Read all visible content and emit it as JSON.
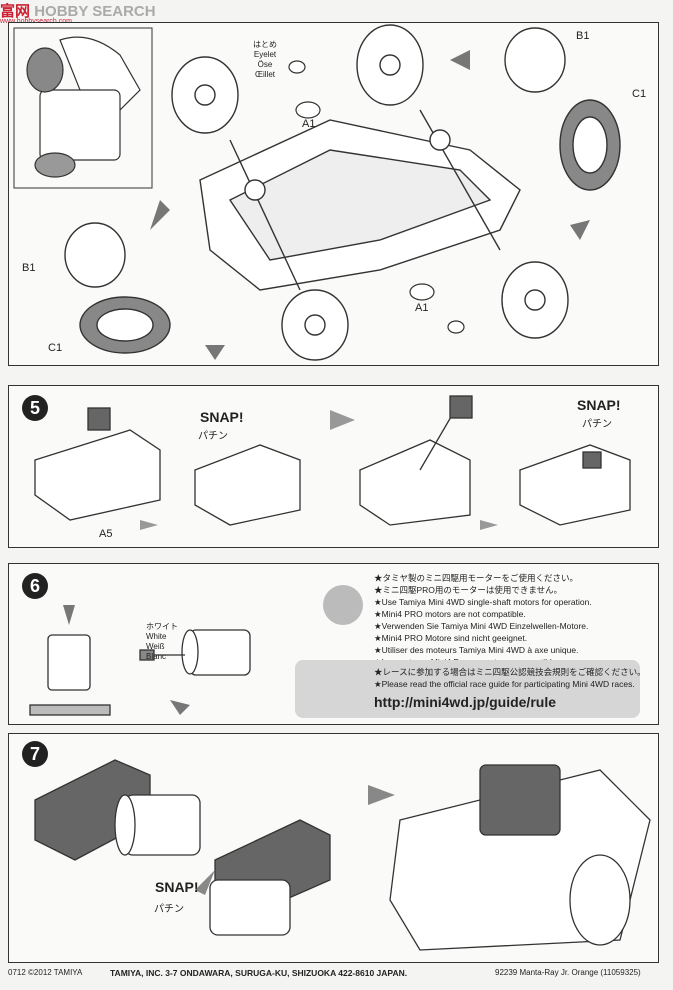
{
  "watermark": {
    "logo": "富网",
    "site": "HOBBY SEARCH",
    "sub": "www.hobbysearch.com"
  },
  "step4": {
    "eyelet_jp": "はとめ",
    "eyelet_en": "Eyelet",
    "eyelet_de": "Öse",
    "eyelet_fr": "Œillet",
    "label_a1_top": "A1",
    "label_a1_bottom": "A1",
    "label_b1_right": "B1",
    "label_c1_right": "C1",
    "label_b1_left": "B1",
    "label_c1_left": "C1"
  },
  "step5": {
    "number": "5",
    "snap1": "SNAP!",
    "snap1_jp": "パチン",
    "snap2": "SNAP!",
    "snap2_jp": "パチン",
    "label_a5": "A5"
  },
  "step6": {
    "number": "6",
    "white_jp": "ホワイト",
    "white_en": "White",
    "white_de": "Weiß",
    "white_fr": "Blanc",
    "notes": [
      "★タミヤ製のミニ四駆用モーターをご使用ください。",
      "★ミニ四駆PRO用のモーターは使用できません。",
      "★Use Tamiya Mini 4WD single-shaft motors for operation.",
      "★Mini4 PRO motors are not compatible.",
      "★Verwenden Sie Tamiya Mini 4WD Einzelwellen-Motore.",
      "★Mini4 PRO Motore sind nicht geeignet.",
      "★Utiliser des moteurs Tamiya Mini 4WD à axe unique.",
      "★Les moteurs Mini4 Pro ne sont pas compatibles."
    ],
    "race_notes": [
      "★レースに参加する場合はミニ四駆公認競技会規則をご確認ください。",
      "★Please read the official race guide for participating Mini 4WD races."
    ],
    "url": "http://mini4wd.jp/guide/rule"
  },
  "step7": {
    "number": "7",
    "snap": "SNAP!",
    "snap_jp": "パチン"
  },
  "footer": {
    "code": "0712 ©2012 TAMIYA",
    "address": "TAMIYA, INC.  3-7 ONDAWARA, SURUGA-KU, SHIZUOKA 422-8610 JAPAN.",
    "product": "92239 Manta-Ray Jr. Orange (11059325)"
  }
}
